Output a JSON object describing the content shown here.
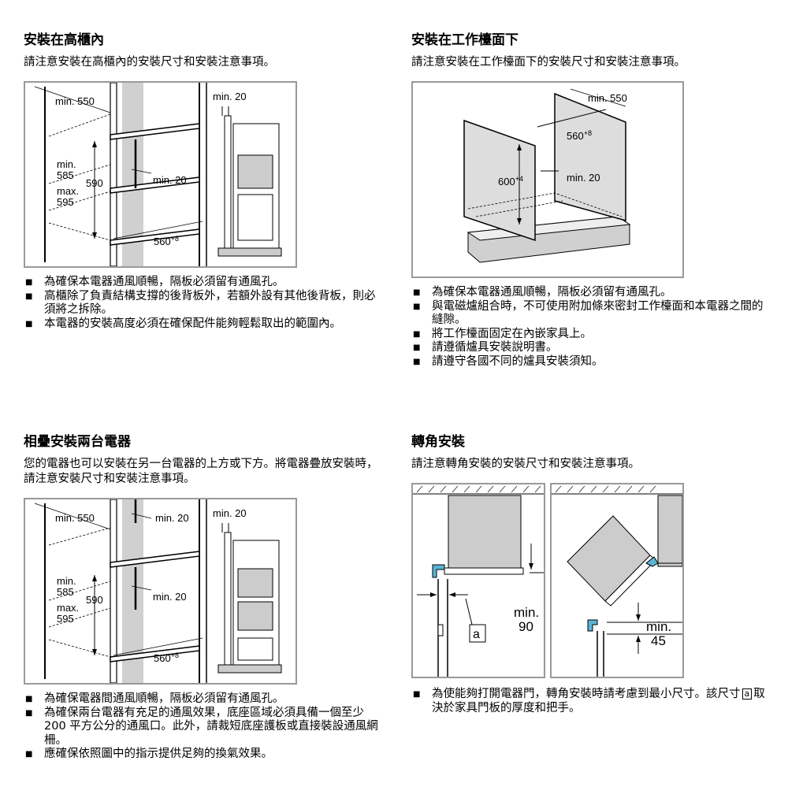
{
  "s1": {
    "title": "安裝在高櫃內",
    "intro": "請注意安裝在高櫃內的安裝尺寸和安裝注意事項。",
    "labels": {
      "min550": "min. 550",
      "min20a": "min. 20",
      "min20b": "min. 20",
      "min": "min.",
      "v585": "585",
      "v590": "590",
      "max": "max.",
      "v595": "595",
      "v560": "560",
      "sup8": "+8"
    },
    "bullets": [
      "為確保本電器通風順暢，隔板必須留有通風孔。",
      "高櫃除了負責結構支撐的後背板外，若額外設有其他後背板，則必須將之拆除。",
      "本電器的安裝高度必須在確保配件能夠輕鬆取出的範圍內。"
    ]
  },
  "s2": {
    "title": "安裝在工作檯面下",
    "intro": "請注意安裝在工作檯面下的安裝尺寸和安裝注意事項。",
    "labels": {
      "min550": "min. 550",
      "v560": "560",
      "sup8": "+8",
      "v600": "600",
      "sup4": "+4",
      "min20": "min. 20"
    },
    "bullets": [
      "為確保本電器通風順暢，隔板必須留有通風孔。",
      "與電磁爐組合時，不可使用附加條來密封工作檯面和本電器之間的縫隙。",
      "將工作檯面固定在內嵌家具上。",
      "請遵循爐具安裝說明書。",
      "請遵守各國不同的爐具安裝須知。"
    ]
  },
  "s3": {
    "title": "相疊安裝兩台電器",
    "intro": "您的電器也可以安裝在另一台電器的上方或下方。將電器疊放安裝時，請注意安裝尺寸和安裝注意事項。",
    "labels": {
      "min550": "min. 550",
      "min20a": "min. 20",
      "min20b": "min. 20",
      "min20c": "min. 20",
      "min": "min.",
      "v585": "585",
      "v590": "590",
      "max": "max.",
      "v595": "595",
      "v560": "560",
      "sup8": "+8"
    },
    "bullets": [
      "為確保電器間通風順暢，隔板必須留有通風孔。",
      "為確保兩台電器有充足的通風效果，底座區域必須具備一個至少 200 平方公分的通風口。此外，請裁短底座護板或直接裝設通風網柵。",
      "應確保依照圖中的指示提供足夠的換氣效果。"
    ]
  },
  "s4": {
    "title": "轉角安裝",
    "intro": "請注意轉角安裝的安裝尺寸和安裝注意事項。",
    "labels": {
      "min": "min.",
      "v90": "90",
      "a": "a",
      "min2": "min.",
      "v45": "45"
    },
    "bullet_pre": "為使能夠打開電器門，轉角安裝時請考慮到最小尺寸。該尺寸",
    "bullet_a": "a",
    "bullet_post": "取決於家具門板的厚度和把手。"
  }
}
